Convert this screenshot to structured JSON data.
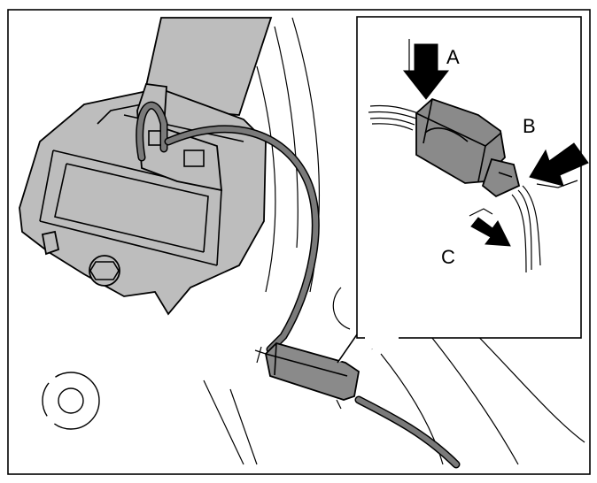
{
  "callouts": {
    "a": "A",
    "b": "B",
    "c": "C"
  },
  "colors": {
    "frame": "#000000",
    "part_fill": "#bdbdbd",
    "connector_fill": "#8a8a8a",
    "background": "#ffffff"
  }
}
